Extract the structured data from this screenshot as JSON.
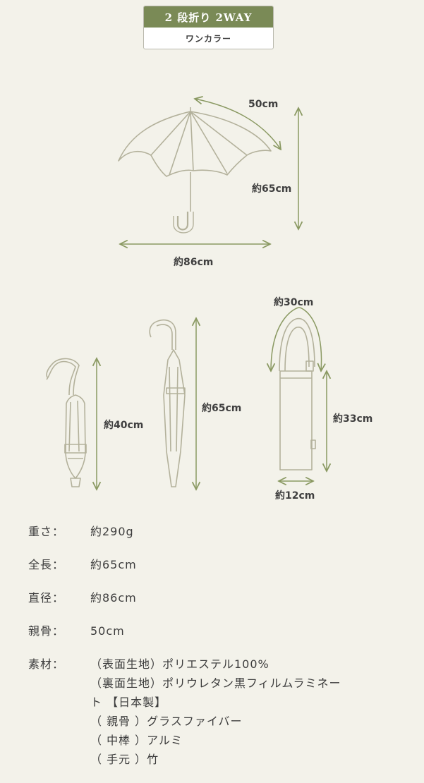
{
  "badge": {
    "title": "2 段折り 2WAY",
    "subtitle": "ワンカラー"
  },
  "colors": {
    "background": "#f3f2ea",
    "accent": "#7a8a56",
    "arrow": "#8a9962",
    "line_art": "#b3b19b"
  },
  "dimensions": {
    "open_span": "50cm",
    "open_height": "約65cm",
    "open_diameter": "約86cm",
    "bag_width": "約30cm",
    "bag_height": "約33cm",
    "bag_bottom": "約12cm",
    "folded_length": "約40cm",
    "long_length": "約65cm"
  },
  "specs": {
    "weight_label": "重さ：",
    "weight_value": "約290g",
    "length_label": "全長：",
    "length_value": "約65cm",
    "diameter_label": "直径：",
    "diameter_value": "約86cm",
    "rib_label": "親骨：",
    "rib_value": "50cm",
    "material_label": "素材：",
    "material_lines": [
      "（表面生地）ポリエステル100%",
      "（裏面生地）ポリウレタン黒フィルムラミネー",
      "ト 【日本製】",
      "（ 親骨 ）グラスファイバー",
      "（ 中棒 ）アルミ",
      "（ 手元 ）竹"
    ]
  }
}
